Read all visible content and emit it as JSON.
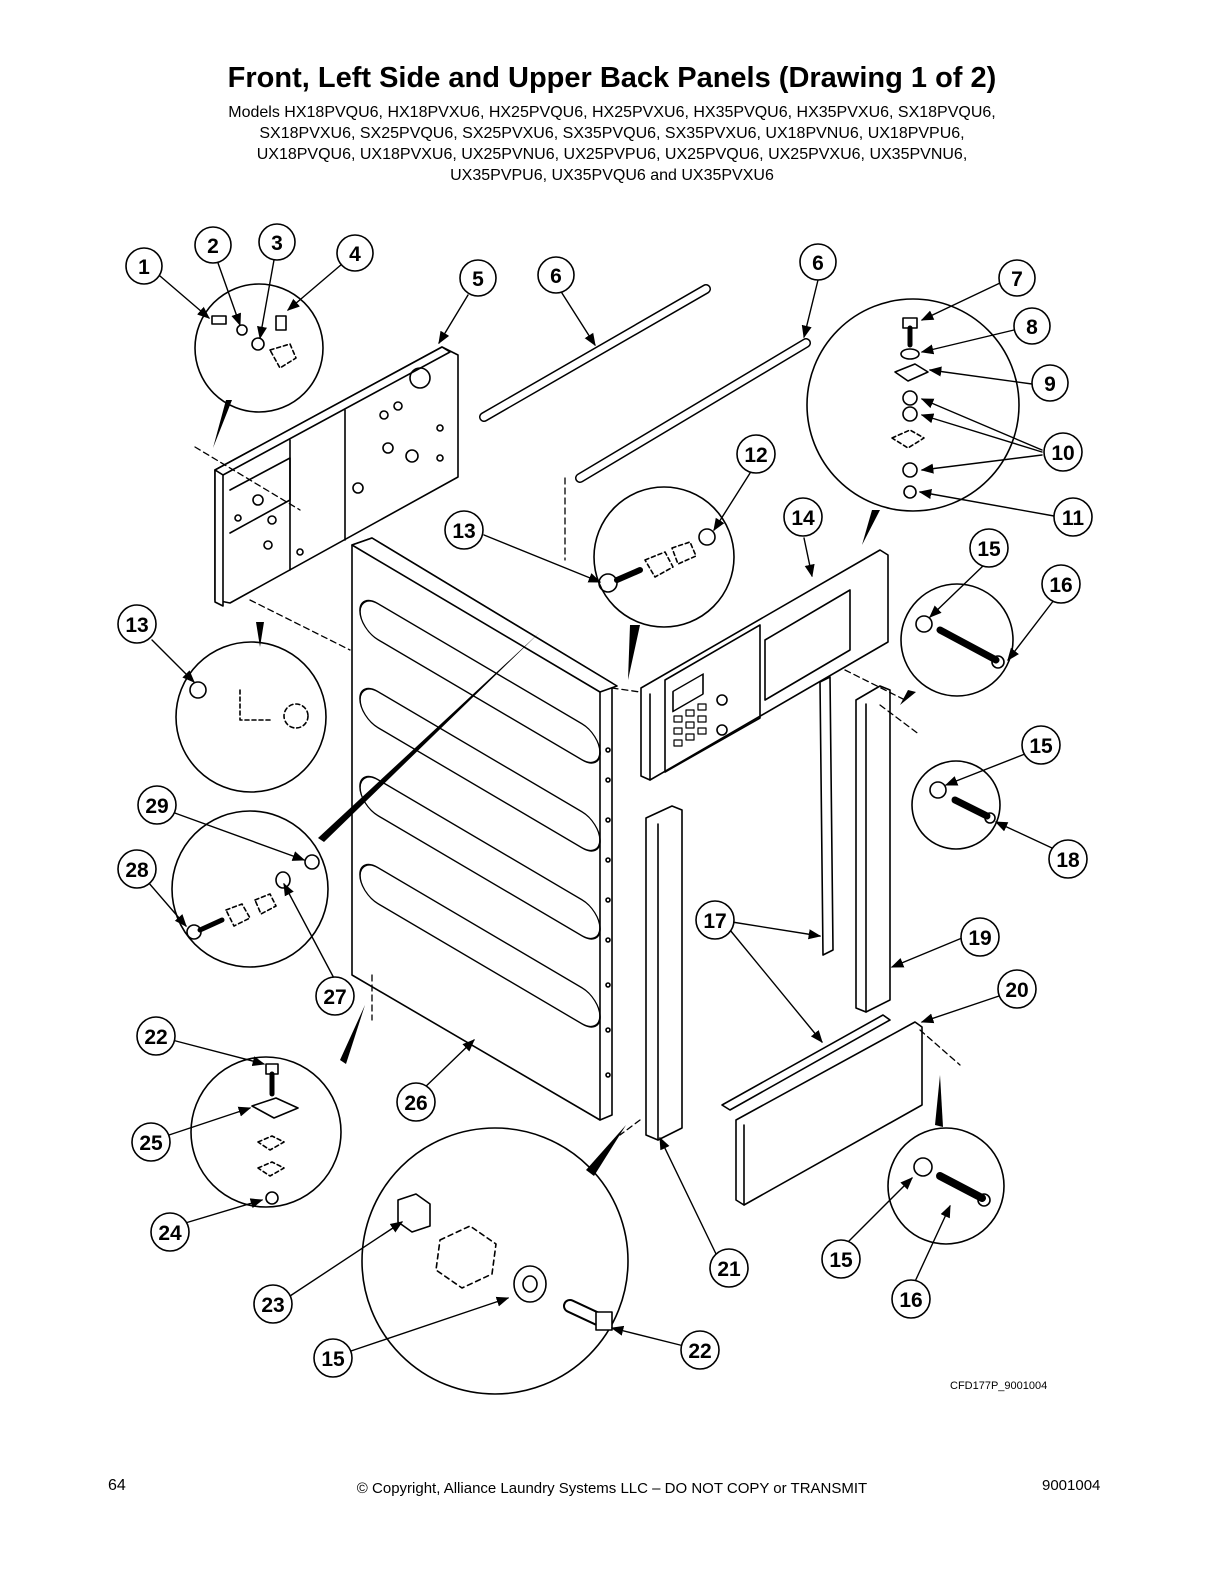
{
  "title": "Front, Left Side and Upper Back Panels (Drawing 1 of 2)",
  "models_lines": [
    "Models HX18PVQU6, HX18PVXU6, HX25PVQU6, HX25PVXU6, HX35PVQU6, HX35PVXU6, SX18PVQU6,",
    "SX18PVXU6, SX25PVQU6, SX25PVXU6, SX35PVQU6, SX35PVXU6, UX18PVNU6, UX18PVPU6,",
    "UX18PVQU6, UX18PVXU6, UX25PVNU6, UX25PVPU6, UX25PVQU6, UX25PVXU6, UX35PVNU6,",
    "UX35PVPU6, UX35PVQU6 and UX35PVXU6"
  ],
  "callouts": [
    "1",
    "2",
    "3",
    "4",
    "5",
    "6",
    "6",
    "7",
    "8",
    "9",
    "10",
    "11",
    "12",
    "13",
    "14",
    "15",
    "16",
    "13",
    "15",
    "18",
    "29",
    "28",
    "27",
    "17",
    "19",
    "20",
    "22",
    "25",
    "26",
    "24",
    "23",
    "15",
    "21",
    "15",
    "16",
    "22"
  ],
  "drawing_id": "CFD177P_9001004",
  "footer": {
    "page_number": "64",
    "copyright": "© Copyright, Alliance Laundry Systems LLC – DO NOT COPY or TRANSMIT",
    "doc_number": "9001004"
  }
}
